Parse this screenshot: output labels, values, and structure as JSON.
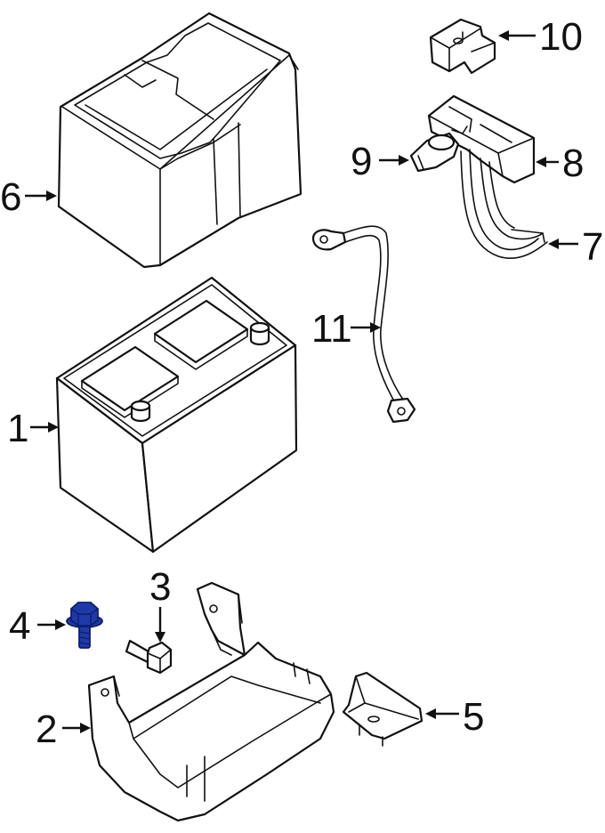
{
  "callouts": [
    {
      "id": "1",
      "label": "1"
    },
    {
      "id": "2",
      "label": "2"
    },
    {
      "id": "3",
      "label": "3"
    },
    {
      "id": "4",
      "label": "4"
    },
    {
      "id": "5",
      "label": "5"
    },
    {
      "id": "6",
      "label": "6"
    },
    {
      "id": "7",
      "label": "7"
    },
    {
      "id": "8",
      "label": "8"
    },
    {
      "id": "9",
      "label": "9"
    },
    {
      "id": "10",
      "label": "10"
    },
    {
      "id": "11",
      "label": "11"
    }
  ],
  "colors": {
    "line": "#111111",
    "background": "#ffffff",
    "highlight_part": "#1f3aa8",
    "highlight_dark": "#0d1f6e"
  },
  "highlighted_callout": "4"
}
